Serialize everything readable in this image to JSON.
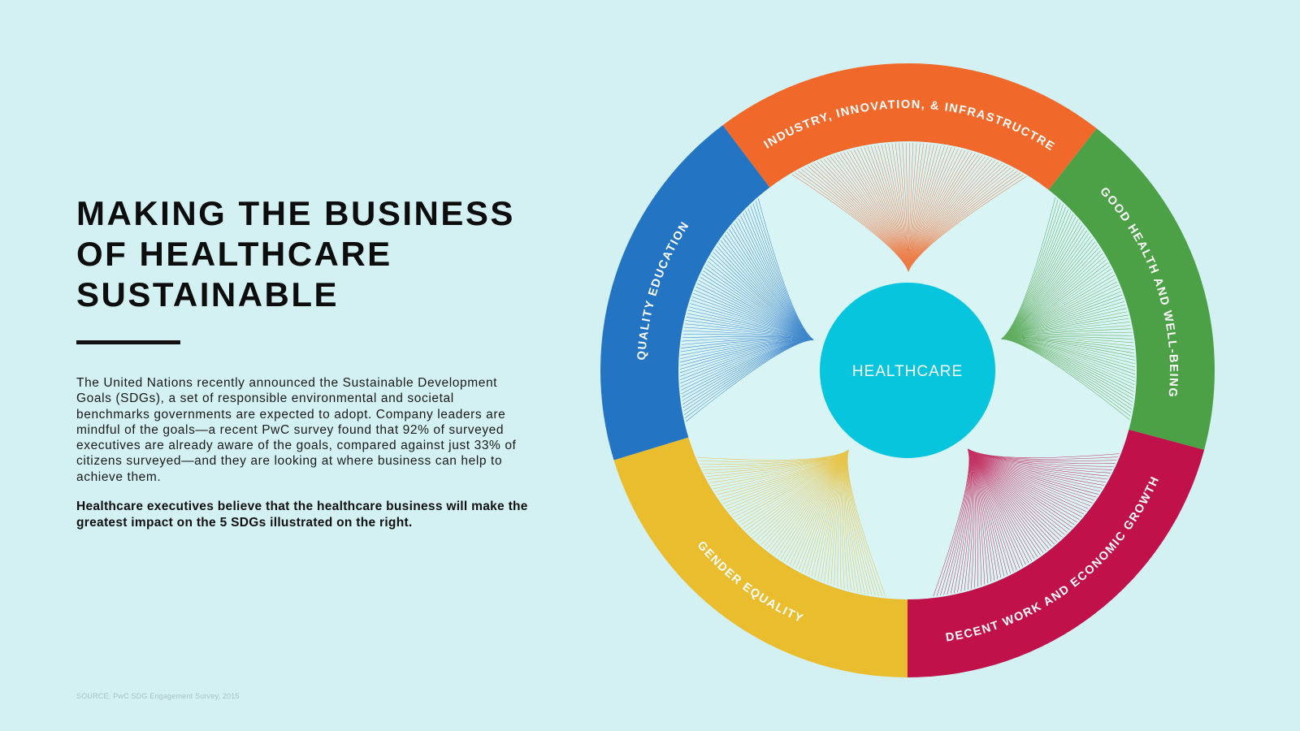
{
  "title": "MAKING THE BUSINESS\nOF HEALTHCARE\nSUSTAINABLE",
  "intro": "The United Nations recently announced the Sustainable Development Goals (SDGs), a set of responsible environmental and societal benchmarks governments are expected to adopt. Company leaders are mindful of the goals—a recent PwC survey found that 92% of surveyed executives are already aware of the goals, compared against just 33% of citizens surveyed—and they are looking at where business can help to achieve them.",
  "highlight": "Healthcare executives believe that the healthcare business will make the greatest impact on the 5 SDGs illustrated on the right.",
  "source": "SOURCE: PwC SDG Engagement Survey, 2015",
  "center_label": "HEALTHCARE",
  "colors": {
    "background": "#d3f1f2",
    "center": "#06c5dd",
    "inner_disc": "#d9f4f5"
  },
  "goals": [
    {
      "label": "INDUSTRY, INNOVATION, & INFRASTRUCTRE",
      "color": "#f0692b"
    },
    {
      "label": "GOOD HEALTH AND WELL-BEING",
      "color": "#4ca146"
    },
    {
      "label": "DECENT WORK AND ECONOMIC GROWTH",
      "color": "#c0114a"
    },
    {
      "label": "GENDER EQUALITY",
      "color": "#e9bd2e"
    },
    {
      "label": "QUALITY EDUCATION",
      "color": "#2474c4"
    }
  ]
}
